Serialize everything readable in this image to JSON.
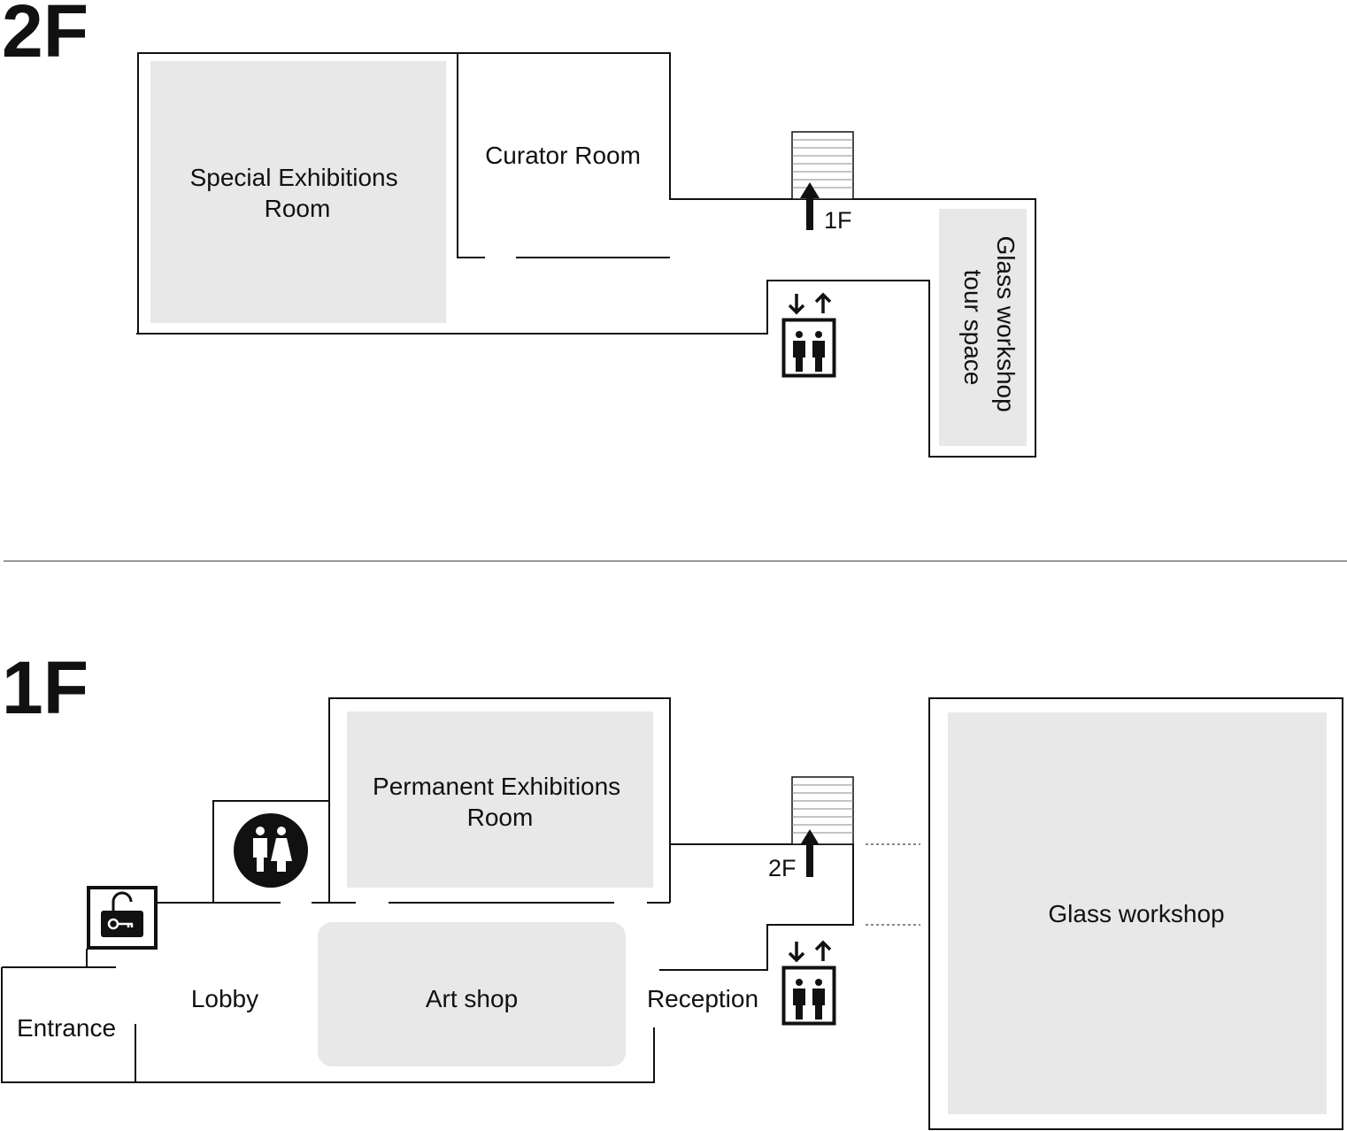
{
  "floors": {
    "f2": {
      "label": "2F",
      "rooms": {
        "special_exhibitions": [
          "Special Exhibitions",
          "Room"
        ],
        "curator": "Curator Room",
        "glass_tour": [
          "Glass workshop",
          "tour space"
        ]
      },
      "stairs_label": "1F"
    },
    "f1": {
      "label": "1F",
      "rooms": {
        "permanent_exhibitions": [
          "Permanent Exhibitions",
          "Room"
        ],
        "art_shop": "Art shop",
        "lobby": "Lobby",
        "entrance": "Entrance",
        "reception": "Reception",
        "glass_workshop": "Glass workshop"
      },
      "stairs_label": "2F"
    }
  },
  "icons": {
    "elevator": "elevator-icon",
    "restroom": "restroom-icon",
    "locker": "locker-icon",
    "stairs": "stairs-icon",
    "up_arrow": "up-arrow-icon"
  },
  "colors": {
    "room_fill": "#e8e8e8",
    "line": "#111111",
    "divider": "#999999"
  }
}
